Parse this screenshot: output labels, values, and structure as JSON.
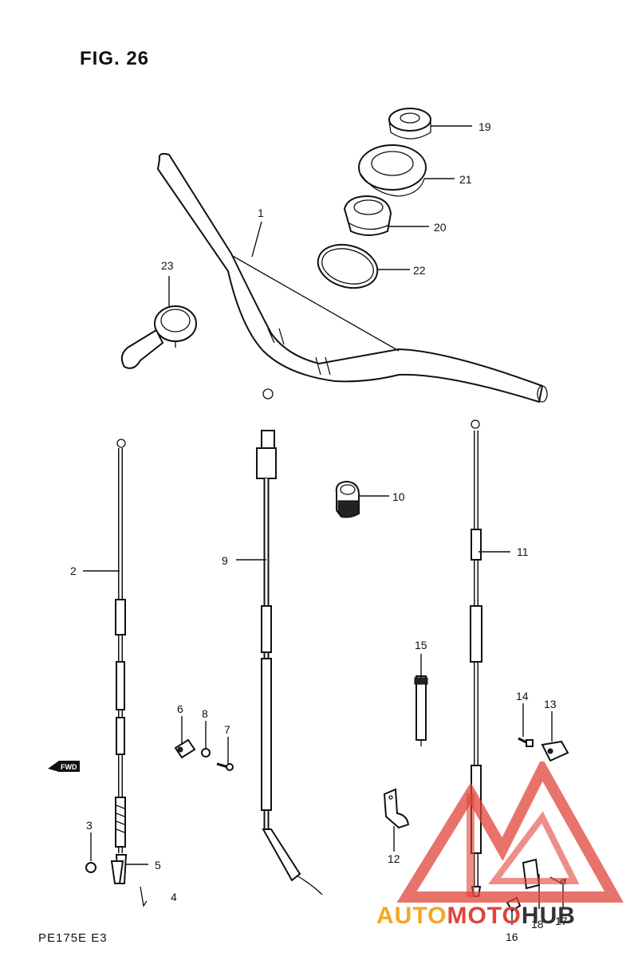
{
  "figure": {
    "title": "FIG. 26",
    "model_code": "PE175E  E3"
  },
  "fwd_label": "FWD",
  "watermark": {
    "auto": "AUTO",
    "moto": "MOTO",
    "hub": "HUB"
  },
  "callouts": [
    {
      "id": "c1",
      "text": "1"
    },
    {
      "id": "c2",
      "text": "2"
    },
    {
      "id": "c3",
      "text": "3"
    },
    {
      "id": "c4",
      "text": "4"
    },
    {
      "id": "c5",
      "text": "5"
    },
    {
      "id": "c6",
      "text": "6"
    },
    {
      "id": "c7",
      "text": "7"
    },
    {
      "id": "c8",
      "text": "8"
    },
    {
      "id": "c9",
      "text": "9"
    },
    {
      "id": "c10",
      "text": "10"
    },
    {
      "id": "c11",
      "text": "11"
    },
    {
      "id": "c12",
      "text": "12"
    },
    {
      "id": "c13",
      "text": "13"
    },
    {
      "id": "c14",
      "text": "14"
    },
    {
      "id": "c15",
      "text": "15"
    },
    {
      "id": "c16",
      "text": "16"
    },
    {
      "id": "c17",
      "text": "17"
    },
    {
      "id": "c18",
      "text": "18"
    },
    {
      "id": "c19",
      "text": "19"
    },
    {
      "id": "c20",
      "text": "20"
    },
    {
      "id": "c21",
      "text": "21"
    },
    {
      "id": "c22",
      "text": "22"
    },
    {
      "id": "c23",
      "text": "23"
    }
  ],
  "colors": {
    "ink": "#111111",
    "watermark_red": "#e0443a",
    "watermark_orange": "#f5a623",
    "watermark_dark": "#333333"
  }
}
